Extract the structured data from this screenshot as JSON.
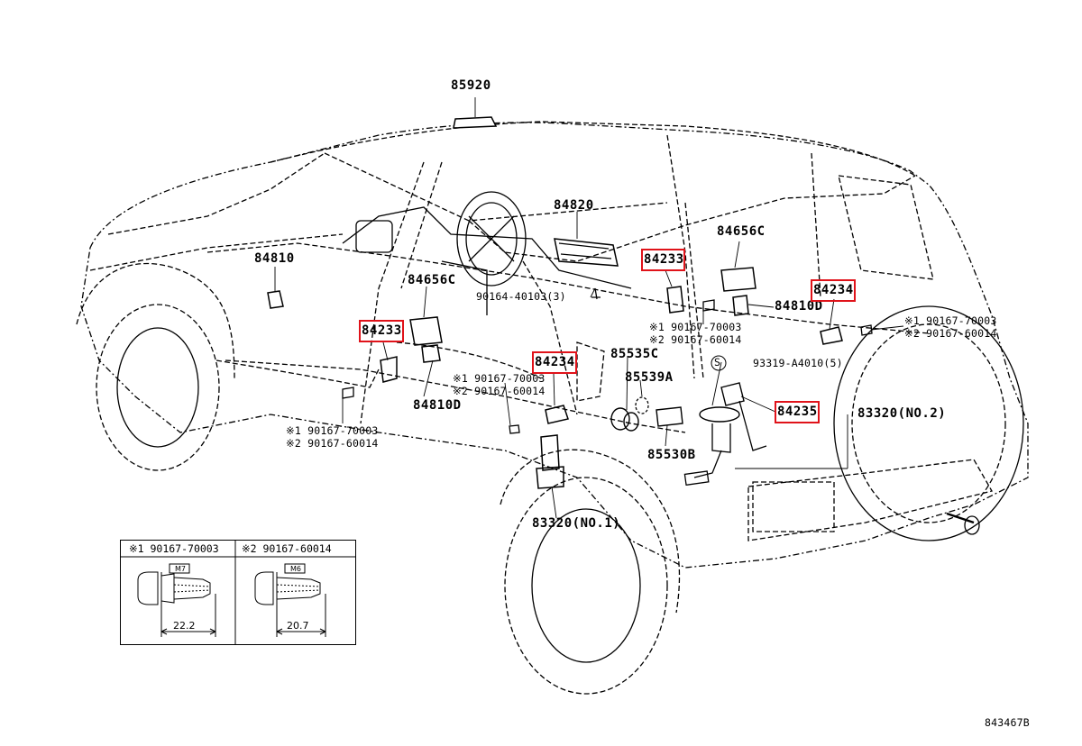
{
  "diagram": {
    "parts": {
      "p85920": "85920",
      "p84820": "84820",
      "p84656c_left": "84656C",
      "p84656c_right": "84656C",
      "p84810_left": "84810",
      "p84810d_left": "84810D",
      "p84810d_right": "84810D",
      "p84233_left": "84233",
      "p84233_right": "84233",
      "p84234_center": "84234",
      "p84234_right": "84234",
      "p84235": "84235",
      "p85535c": "85535C",
      "p85539a": "85539A",
      "p85530b": "85530B",
      "p83320_no2": "83320(NO.2)",
      "p83320_no1": "83320(NO.1)",
      "p90164": "90164-40103(3)",
      "p93319": "93319-A4010(5)",
      "s_mark": "S"
    },
    "bolt_refs": {
      "center_1": "※1 90167-70003",
      "center_2": "※2 90167-60014",
      "right_1": "※1 90167-70003",
      "right_2": "※2 90167-60014",
      "upper_1": "※1 90167-70003",
      "upper_2": "※2 90167-60014",
      "left_1": "※1 90167-70003",
      "left_2": "※2 90167-60014"
    },
    "legend": {
      "box1_title": "※1 90167-70003",
      "box1_thread": "M7",
      "box1_length": "22.2",
      "box2_title": "※2 90167-60014",
      "box2_thread": "M6",
      "box2_length": "20.7"
    },
    "figure_code": "843467B",
    "highlight_color": "#e0131a",
    "line_color": "#000000"
  }
}
